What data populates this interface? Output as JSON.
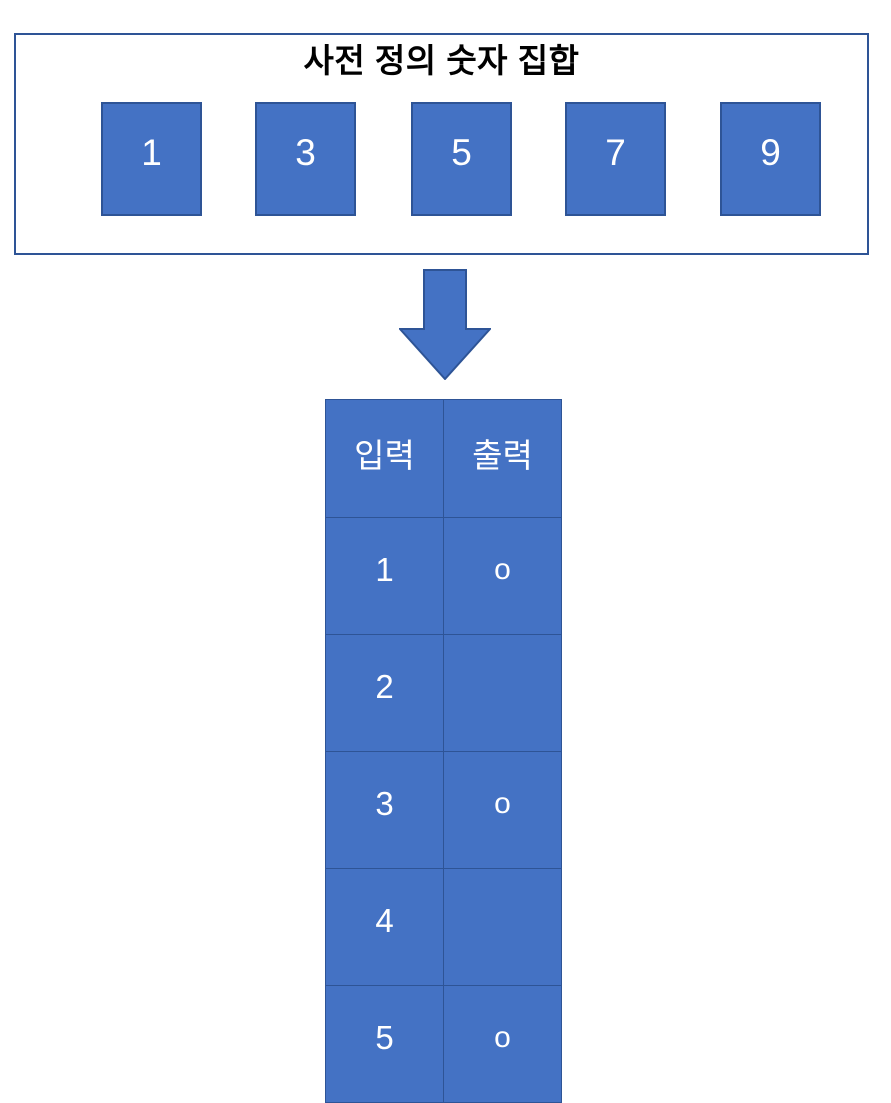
{
  "diagram": {
    "panel": {
      "title": "사전 정의 숫자 집합",
      "boxes": [
        {
          "label": "1"
        },
        {
          "label": "3"
        },
        {
          "label": "5"
        },
        {
          "label": "7"
        },
        {
          "label": "9"
        }
      ]
    },
    "arrow": {
      "direction": "down",
      "icon": "down-arrow-icon"
    },
    "table": {
      "headers": [
        "입력",
        "출력"
      ],
      "rows": [
        {
          "input": "1",
          "output": "o"
        },
        {
          "input": "2",
          "output": ""
        },
        {
          "input": "3",
          "output": "o"
        },
        {
          "input": "4",
          "output": ""
        },
        {
          "input": "5",
          "output": "o"
        }
      ]
    },
    "colors": {
      "fill": "#4472C4",
      "stroke": "#2E5496",
      "text_on_fill": "#FFFFFF",
      "title_text": "#000000",
      "background": "#FFFFFF"
    }
  }
}
